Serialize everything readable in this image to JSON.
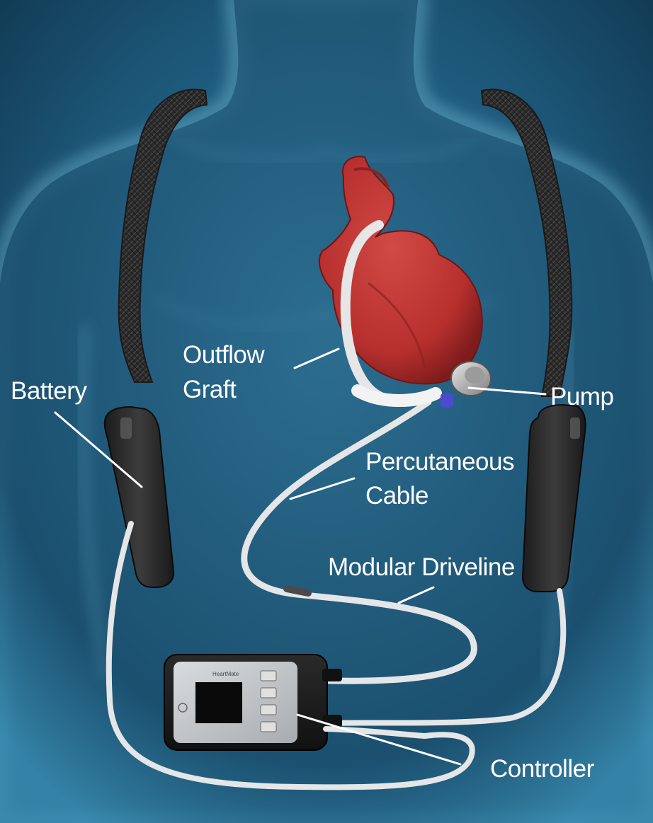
{
  "labels": {
    "outflow_graft_line1": "Outflow",
    "outflow_graft_line2": "Graft",
    "battery": "Battery",
    "pump": "Pump",
    "percutaneous_cable_line1": "Percutaneous",
    "percutaneous_cable_line2": "Cable",
    "modular_driveline": "Modular Driveline",
    "controller": "Controller"
  },
  "controller_brand": "HeartMate",
  "colors": {
    "background_dark": "#0e3249",
    "background_light": "#2f7da2",
    "body_glow": "#6fc0de",
    "heart": "#b8302e",
    "strap": "#2b2b2b",
    "cable": "#e4e6e8",
    "label_text": "#ffffff"
  }
}
